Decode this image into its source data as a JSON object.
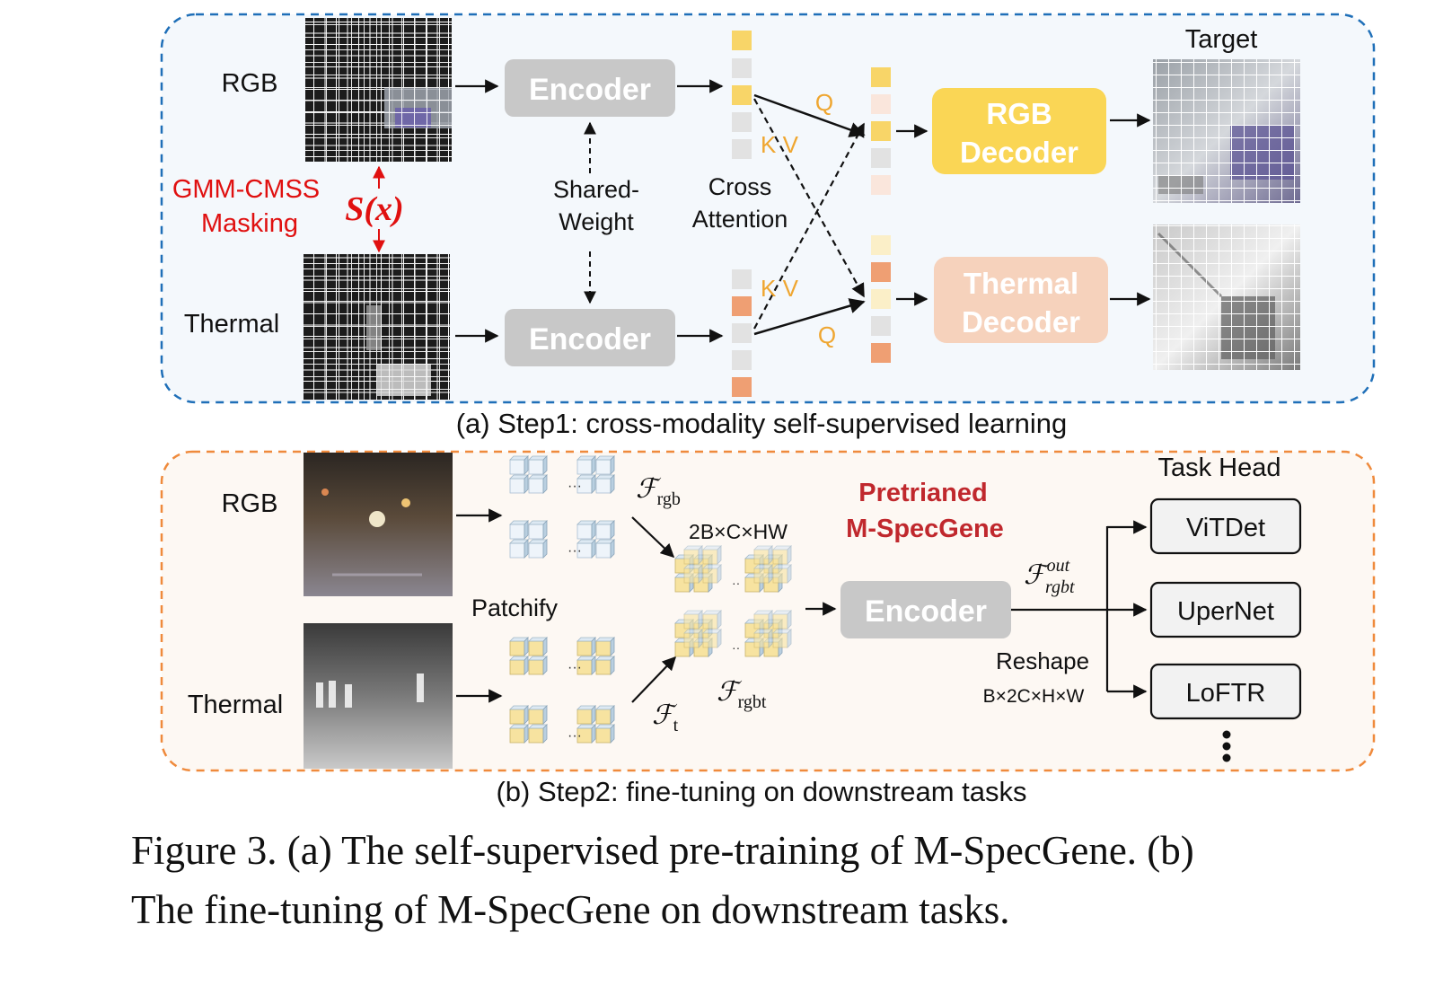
{
  "colors": {
    "panel_a_border": "#1f6fb8",
    "panel_a_fill": "#f4f8fc",
    "panel_b_border": "#ef8a3c",
    "panel_b_fill": "#fdf8f3",
    "encoder": "#c8c8c8",
    "rgb_decoder": "#fad655",
    "thermal_decoder": "#f6d2bc",
    "token_yellow": "#f8d568",
    "token_orange": "#ef9f73",
    "token_gray": "#e2e2e2",
    "red_text": "#e01010",
    "dark_red_text": "#c0282d",
    "qkv_text": "#efa630"
  },
  "panel_a": {
    "caption": "(a) Step1: cross-modality self-supervised learning",
    "rgb_label": "RGB",
    "thermal_label": "Thermal",
    "masking_label_line1": "GMM-CMSS",
    "masking_label_line2": "Masking",
    "score_func": "S(x)",
    "encoder_top": "Encoder",
    "encoder_bottom": "Encoder",
    "shared_weight_line1": "Shared-",
    "shared_weight_line2": "Weight",
    "cross_attention_line1": "Cross",
    "cross_attention_line2": "Attention",
    "q_top": "Q",
    "kv_top": "K V",
    "kv_bottom": "K V",
    "q_bottom": "Q",
    "rgb_decoder_line1": "RGB",
    "rgb_decoder_line2": "Decoder",
    "thermal_decoder_line1": "Thermal",
    "thermal_decoder_line2": "Decoder",
    "target_label": "Target"
  },
  "panel_b": {
    "caption": "(b) Step2: fine-tuning on downstream tasks",
    "rgb_label": "RGB",
    "thermal_label": "Thermal",
    "patchify_label": "Patchify",
    "f_rgb_symbol": "ℱ",
    "f_rgb_sub": "rgb",
    "f_t_symbol": "ℱ",
    "f_t_sub": "t",
    "f_rgbt_symbol": "ℱ",
    "f_rgbt_sub": "rgbt",
    "concat_dims": "2B×C×HW",
    "pretrained_line1": "Pretrianed",
    "pretrained_line2": "M-SpecGene",
    "encoder": "Encoder",
    "f_out_symbol": "ℱ",
    "f_out_sup": "out",
    "f_out_sub": "rgbt",
    "reshape_label": "Reshape",
    "reshape_dims": "B×2C×H×W",
    "task_head_label": "Task Head",
    "heads": [
      "ViTDet",
      "UperNet",
      "LoFTR"
    ]
  },
  "figure_caption_line1": "Figure 3. (a) The self-supervised pre-training of M-SpecGene. (b)",
  "figure_caption_line2": "The fine-tuning of M-SpecGene on downstream tasks."
}
